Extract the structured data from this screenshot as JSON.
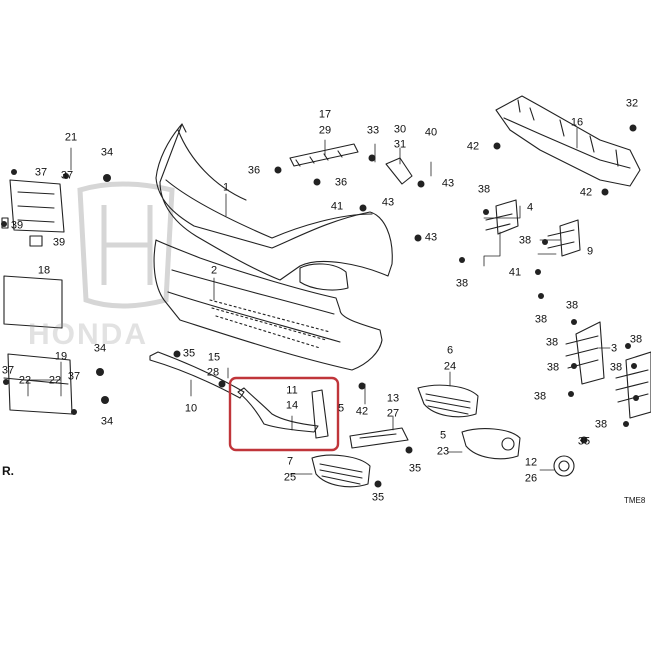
{
  "diagram": {
    "drawing_code": "TME8",
    "watermark_text": "HONDA",
    "corner_text": "R.",
    "highlight_color": "#c0353a",
    "highlighted_parts": [
      "11",
      "14"
    ],
    "callouts": [
      {
        "id": "c-21",
        "text": "21"
      },
      {
        "id": "c-37a",
        "text": "37"
      },
      {
        "id": "c-37b",
        "text": "37"
      },
      {
        "id": "c-39a",
        "text": "39"
      },
      {
        "id": "c-39b",
        "text": "39"
      },
      {
        "id": "c-34a",
        "text": "34"
      },
      {
        "id": "c-18",
        "text": "18"
      },
      {
        "id": "c-19",
        "text": "19"
      },
      {
        "id": "c-34b",
        "text": "34"
      },
      {
        "id": "c-37c",
        "text": "37"
      },
      {
        "id": "c-22a",
        "text": "22"
      },
      {
        "id": "c-22b",
        "text": "22"
      },
      {
        "id": "c-37d",
        "text": "37"
      },
      {
        "id": "c-34c",
        "text": "34"
      },
      {
        "id": "c-1",
        "text": "1"
      },
      {
        "id": "c-2",
        "text": "2"
      },
      {
        "id": "c-17",
        "text": "17"
      },
      {
        "id": "c-29",
        "text": "29"
      },
      {
        "id": "c-33",
        "text": "33"
      },
      {
        "id": "c-30",
        "text": "30"
      },
      {
        "id": "c-31",
        "text": "31"
      },
      {
        "id": "c-40",
        "text": "40"
      },
      {
        "id": "c-36a",
        "text": "36"
      },
      {
        "id": "c-36b",
        "text": "36"
      },
      {
        "id": "c-43a",
        "text": "43"
      },
      {
        "id": "c-43b",
        "text": "43"
      },
      {
        "id": "c-41a",
        "text": "41"
      },
      {
        "id": "c-43c",
        "text": "43"
      },
      {
        "id": "c-16",
        "text": "16"
      },
      {
        "id": "c-32",
        "text": "32"
      },
      {
        "id": "c-42a",
        "text": "42"
      },
      {
        "id": "c-42b",
        "text": "42"
      },
      {
        "id": "c-38a",
        "text": "38"
      },
      {
        "id": "c-4",
        "text": "4"
      },
      {
        "id": "c-38b",
        "text": "38"
      },
      {
        "id": "c-9",
        "text": "9"
      },
      {
        "id": "c-41b",
        "text": "41"
      },
      {
        "id": "c-38c",
        "text": "38"
      },
      {
        "id": "c-38d",
        "text": "38"
      },
      {
        "id": "c-38e",
        "text": "38"
      },
      {
        "id": "c-3",
        "text": "3"
      },
      {
        "id": "c-38f",
        "text": "38"
      },
      {
        "id": "c-38g",
        "text": "38"
      },
      {
        "id": "c-38h",
        "text": "38"
      },
      {
        "id": "c-38i",
        "text": "38"
      },
      {
        "id": "c-38j",
        "text": "38"
      },
      {
        "id": "c-38k",
        "text": "38"
      },
      {
        "id": "c-35a",
        "text": "35"
      },
      {
        "id": "c-15",
        "text": "15"
      },
      {
        "id": "c-28",
        "text": "28"
      },
      {
        "id": "c-10",
        "text": "10"
      },
      {
        "id": "c-11",
        "text": "11"
      },
      {
        "id": "c-14",
        "text": "14"
      },
      {
        "id": "c-5a",
        "text": "5"
      },
      {
        "id": "c-42c",
        "text": "42"
      },
      {
        "id": "c-13",
        "text": "13"
      },
      {
        "id": "c-27",
        "text": "27"
      },
      {
        "id": "c-35b",
        "text": "35"
      },
      {
        "id": "c-7",
        "text": "7"
      },
      {
        "id": "c-25",
        "text": "25"
      },
      {
        "id": "c-35c",
        "text": "35"
      },
      {
        "id": "c-6",
        "text": "6"
      },
      {
        "id": "c-24",
        "text": "24"
      },
      {
        "id": "c-5b",
        "text": "5"
      },
      {
        "id": "c-23",
        "text": "23"
      },
      {
        "id": "c-35d",
        "text": "35"
      },
      {
        "id": "c-12",
        "text": "12"
      },
      {
        "id": "c-26",
        "text": "26"
      }
    ]
  }
}
